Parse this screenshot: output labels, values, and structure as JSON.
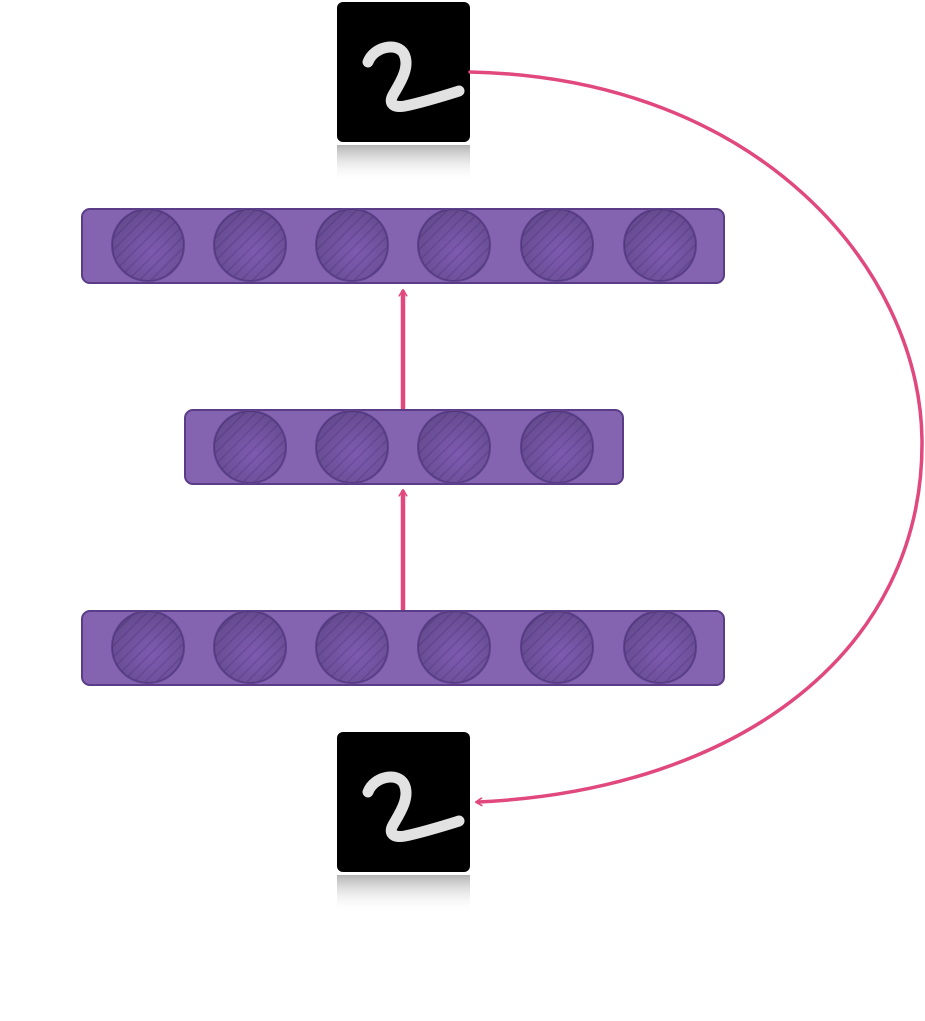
{
  "diagram": {
    "images": [
      {
        "role": "output",
        "glyph": "digit-two"
      },
      {
        "role": "input",
        "glyph": "digit-two"
      }
    ],
    "layers": [
      {
        "role": "output-layer",
        "units": 6
      },
      {
        "role": "hidden-layer",
        "units": 4
      },
      {
        "role": "input-layer",
        "units": 6
      }
    ],
    "colors": {
      "layer_fill": "#8463b1",
      "layer_stroke": "#5a3d86",
      "neuron_fill": "#7a58aa",
      "arrow": "#e0487e",
      "image_bg": "#000000"
    }
  }
}
